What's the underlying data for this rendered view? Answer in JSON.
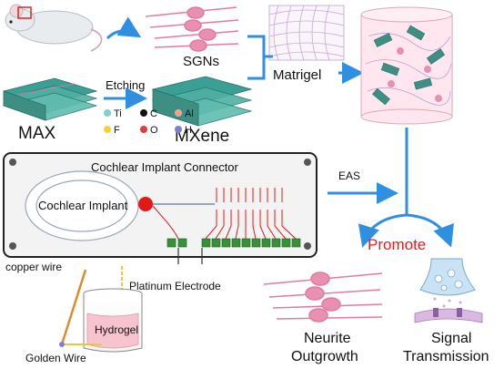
{
  "labels": {
    "sgns": "SGNs",
    "matrigel": "Matrigel",
    "etching": "Etching",
    "max": "MAX",
    "mxene": "MXene",
    "connector_title": "Cochlear Implant Connector",
    "cochlear_implant": "Cochlear Implant",
    "eas": "EAS",
    "promote": "Promote",
    "copper_wire": "copper wire",
    "platinum_electrode": "Platinum Electrode",
    "hydrogel": "Hydrogel",
    "golden_wire": "Golden Wire",
    "neurite_line1": "Neurite",
    "neurite_line2": "Outgrowth",
    "signal_line1": "Signal",
    "signal_line2": "Transmission"
  },
  "legend": [
    {
      "symbol": "Ti",
      "color": "#7fd0c8"
    },
    {
      "symbol": "C",
      "color": "#111111"
    },
    {
      "symbol": "Al",
      "color": "#f2a98a"
    },
    {
      "symbol": "F",
      "color": "#f2d23a"
    },
    {
      "symbol": "O",
      "color": "#e23b3b"
    },
    {
      "symbol": "H",
      "color": "#7b7fd4"
    }
  ],
  "colors": {
    "arrow": "#2f8fe0",
    "promote_text": "#e02020",
    "pink_cells": "#e27aa0",
    "mxene_flake": "#3d8f83",
    "electrode_red": "#e01818",
    "green_pad": "#3a8f3a",
    "copper": "#e08a30",
    "gold": "#e9c83a"
  }
}
